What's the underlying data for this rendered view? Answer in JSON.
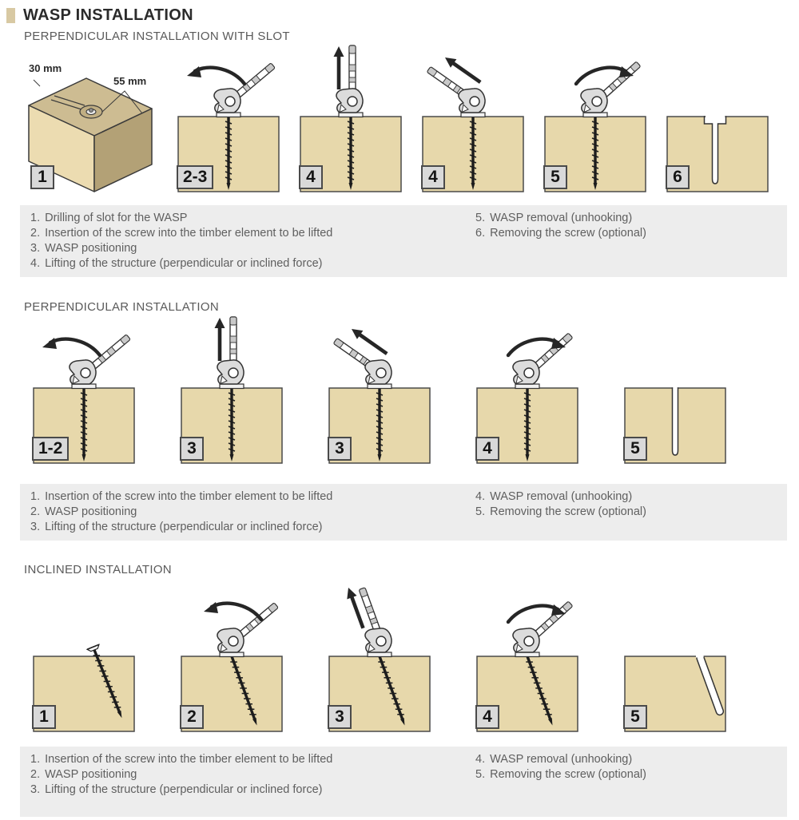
{
  "header": {
    "title": "WASP INSTALLATION"
  },
  "colors": {
    "accent": "#d8c9a3",
    "timber": "#e7d8ab",
    "timber_top": "#cdbc92",
    "timber_side": "#b3a176",
    "outline": "#4a4a4a",
    "band_bg": "#ededed",
    "badge_bg": "#d9d9d9",
    "text": "#5f5f5f",
    "heading": "#2b2b2b",
    "arrow": "#262626"
  },
  "sections": [
    {
      "subtitle": "PERPENDICULAR INSTALLATION WITH SLOT",
      "dim_labels": [
        "30 mm",
        "55 mm"
      ],
      "panels": [
        {
          "badge": "1"
        },
        {
          "badge": "2-3"
        },
        {
          "badge": "4"
        },
        {
          "badge": "4"
        },
        {
          "badge": "5"
        },
        {
          "badge": "6"
        }
      ],
      "steps_left": [
        {
          "n": "1.",
          "text": "Drilling of slot for the WASP"
        },
        {
          "n": "2.",
          "text": "Insertion of the screw into the timber element to be lifted"
        },
        {
          "n": "3.",
          "text": "WASP positioning"
        },
        {
          "n": "4.",
          "text": "Lifting of the structure (perpendicular or inclined force)"
        }
      ],
      "steps_right": [
        {
          "n": "5.",
          "text": "WASP removal (unhooking)"
        },
        {
          "n": "6.",
          "text": "Removing the screw (optional)"
        }
      ]
    },
    {
      "subtitle": "PERPENDICULAR INSTALLATION",
      "panels": [
        {
          "badge": "1-2"
        },
        {
          "badge": "3"
        },
        {
          "badge": "3"
        },
        {
          "badge": "4"
        },
        {
          "badge": "5"
        }
      ],
      "steps_left": [
        {
          "n": "1.",
          "text": "Insertion of the screw into the timber element to be lifted"
        },
        {
          "n": "2.",
          "text": "WASP positioning"
        },
        {
          "n": "3.",
          "text": "Lifting of the structure (perpendicular or inclined force)"
        }
      ],
      "steps_right": [
        {
          "n": "4.",
          "text": "WASP removal (unhooking)"
        },
        {
          "n": "5.",
          "text": "Removing the screw (optional)"
        }
      ]
    },
    {
      "subtitle": "INCLINED INSTALLATION",
      "panels": [
        {
          "badge": "1"
        },
        {
          "badge": "2"
        },
        {
          "badge": "3"
        },
        {
          "badge": "4"
        },
        {
          "badge": "5"
        }
      ],
      "steps_left": [
        {
          "n": "1.",
          "text": "Insertion of the screw into the timber element to be lifted"
        },
        {
          "n": "2.",
          "text": "WASP positioning"
        },
        {
          "n": "3.",
          "text": "Lifting of the structure (perpendicular or inclined force)"
        }
      ],
      "steps_right": [
        {
          "n": "4.",
          "text": "WASP removal (unhooking)"
        },
        {
          "n": "5.",
          "text": "Removing the screw (optional)"
        }
      ]
    }
  ]
}
